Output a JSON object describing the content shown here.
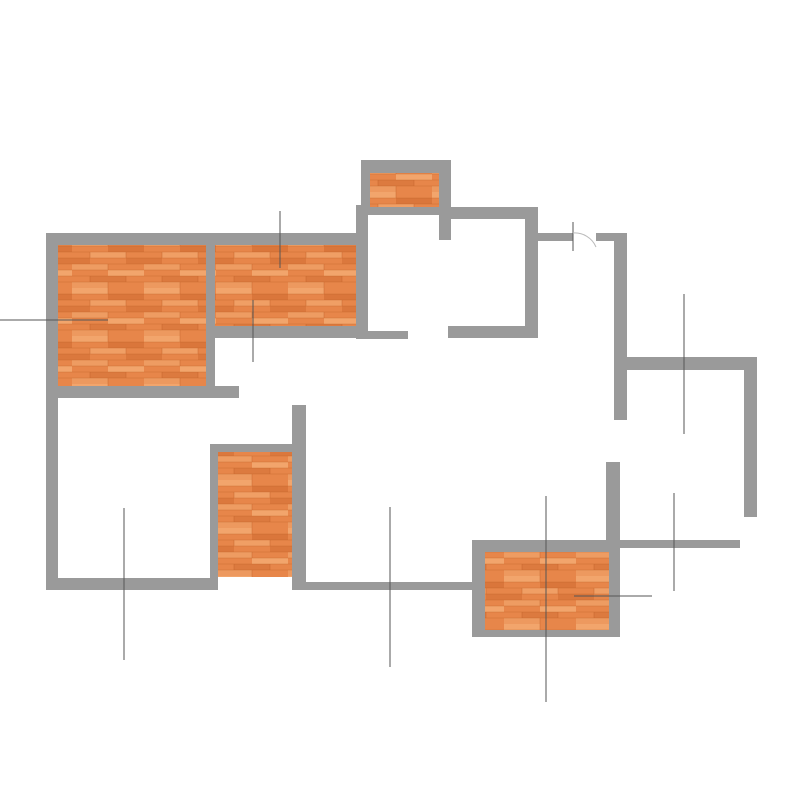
{
  "plan": {
    "colors": {
      "wall": "#9a9a9a",
      "floor_base": "#e7864a",
      "floor_light": "#f2a56c",
      "floor_dark": "#cf6a30",
      "plank_seam": "#b8581f",
      "marker_line": "#555555",
      "background": "#ffffff"
    },
    "rooms": [
      {
        "id": "room-large-west",
        "floor": "wood-parquet"
      },
      {
        "id": "room-north-center",
        "floor": "wood-parquet"
      },
      {
        "id": "room-small-top",
        "floor": "wood-parquet"
      },
      {
        "id": "room-closet-south",
        "floor": "wood-parquet"
      },
      {
        "id": "room-southeast",
        "floor": "wood-parquet"
      }
    ],
    "door_count": 1,
    "marker_line_count": 10
  }
}
